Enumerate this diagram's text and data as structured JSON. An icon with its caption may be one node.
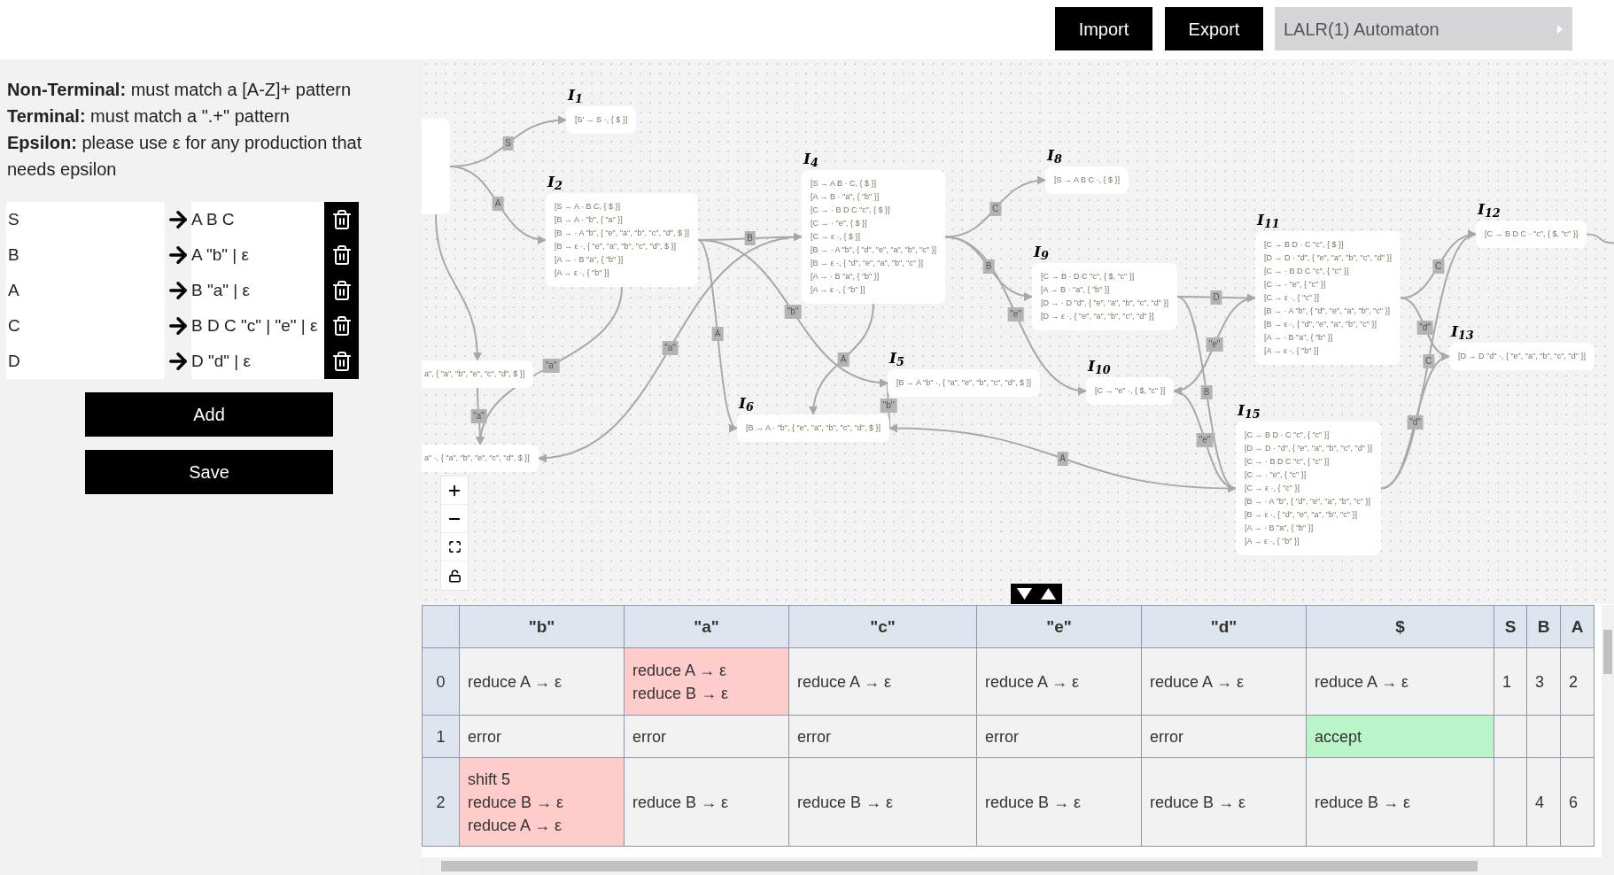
{
  "diagram": {
    "nodes": [
      {
        "text": [],
        "shape": "box"
      },
      {
        "text": [
          "I$_{1}$",
          "[S' → S ·, { $ }]"
        ]
      },
      {
        "text": [
          "I$_{2}$",
          "[S → A · B C, { $ }]",
          "[B → A · \"b\", { \"a\" }]",
          "[B → · A \"b\", { \"e\", \"a\", \"b\", \"c\", \"d\", $ }]",
          "[B → ε ·, { \"e\", \"a\", \"b\", \"c\", \"d\", $ }]",
          "[A → · B \"a\", { \"b\" }]",
          "[A → ε ·, { \"b\" }]"
        ]
      },
      {
        "text": [
          "I$_{4}$",
          "[S → A B · C, { $ }]",
          "[A → B · \"a\", { \"b\" }]",
          "[C → · B D C \"c\", { $ }]",
          "[C → · \"e\", { $ }]",
          "[C → ε ·, { $ }]",
          "[B → · A \"b\", { \"d\", \"e\", \"a\", \"b\", \"c\" }]",
          "[B → ε ·, { \"d\", \"e\", \"a\", \"b\", \"c\" }]",
          "[A → · B \"a\", { \"b\" }]",
          "[A → ε ·, { \"b\" }]"
        ]
      },
      {
        "text": [
          "I$_{8}$",
          "[S → A B C ·, { $ }]"
        ]
      },
      {
        "text": [
          "I$_{9}$",
          "[C → B · D C \"c\", { $, \"c\" }]",
          "[A → B · \"a\", { \"b\" }]",
          "[D → · D \"d\", { \"e\", \"a\", \"b\", \"c\", \"d\" }]",
          "[D → ε ·, { \"e\", \"a\", \"b\", \"c\", \"d\" }]"
        ]
      },
      {
        "text": [
          "I$_{11}$",
          "[C → B D · C \"c\", { $ }]",
          "[D → D · \"d\", { \"e\", \"a\", \"b\", \"c\", \"d\" }]",
          "[C → · B D C \"c\", { \"c\" }]",
          "[C → · \"e\", { \"c\" }]",
          "[C → ε ·, { \"c\" }]",
          "[B → · A \"b\", { \"d\", \"e\", \"a\", \"b\", \"c\" }]",
          "[B → ε ·, { \"d\", \"e\", \"a\", \"b\", \"c\" }]",
          "[A → · B \"a\", { \"b\" }]",
          "[A → ε ·, { \"b\" }]"
        ]
      },
      {
        "text": [
          "I$_{12}$",
          "[C → B D C · \"c\", { $, \"c\" }]"
        ]
      },
      {
        "text": [
          "I$_{13}$",
          "[D → D \"d\" ·, { \"e\", \"a\", \"b\", \"c\", \"d\" }]"
        ]
      },
      {
        "text": [
          "a\", { \"a\", \"b\", \"e\", \"c\", \"d\", $ }]"
        ]
      },
      {
        "text": [
          "I$_{5}$",
          "[B → A \"b\" ·, { \"a\", \"e\", \"b\", \"c\", \"d\", $ }]"
        ]
      },
      {
        "text": [
          "I$_{10}$",
          "[C → \"e\" ·, { $, \"c\" }]"
        ]
      },
      {
        "text": [
          "a\" ·, { \"a\", \"b\", \"e\", \"c\", \"d\", $ }]"
        ]
      },
      {
        "text": [
          "I$_{6}$",
          "[B → A · \"b\", { \"e\", \"a\", \"b\", \"c\", \"d\", $ }]"
        ]
      },
      {
        "text": [
          "I$_{15}$",
          "[C → B D · C \"c\", { \"c\" }]",
          "[D → D · \"d\", { \"e\", \"a\", \"b\", \"c\", \"d\" }]",
          "[C → · B D C \"c\", { \"c\" }]",
          "[C → · \"e\", { \"c\" }]",
          "[C → ε ·, { \"c\" }]",
          "[B → · A \"b\", { \"d\", \"e\", \"a\", \"b\", \"c\" }]",
          "[B → ε ·, { \"d\", \"e\", \"a\", \"b\", \"c\" }]",
          "[A → · B \"a\", { \"b\" }]",
          "[A → ε ·, { \"b\" }]"
        ]
      }
    ],
    "edges": [
      {
        "from": 0,
        "to": 1,
        "arrow": "to",
        "label": "S"
      },
      {
        "from": 0,
        "to": 2,
        "arrow": "to",
        "label": "A"
      },
      {
        "from": 0,
        "to": 9,
        "arrow": "to"
      },
      {
        "from": 2,
        "to": 3,
        "arrow": "to",
        "label": "B"
      },
      {
        "from": 3,
        "to": 4,
        "arrow": "to",
        "label": "C"
      },
      {
        "from": 3,
        "to": 5,
        "arrow": "to",
        "label": "B"
      },
      {
        "from": 2,
        "to": 10,
        "arrow": "to",
        "label": "\"b\""
      },
      {
        "from": 3,
        "to": 13,
        "arrow": "to",
        "label": "A"
      },
      {
        "from": 2,
        "to": 12,
        "arrow": "to",
        "label": "\"a\""
      },
      {
        "from": 3,
        "to": 12,
        "arrow": "to",
        "label": "\"a\""
      },
      {
        "from": 9,
        "to": 12,
        "arrow": "to",
        "label": "\"a\""
      },
      {
        "from": 3,
        "to": 11,
        "arrow": "to",
        "label": "\"e\""
      },
      {
        "from": 5,
        "to": 6,
        "arrow": "to",
        "label": "D"
      },
      {
        "from": 5,
        "to": 14,
        "arrow": "to",
        "label": "B"
      },
      {
        "from": 6,
        "to": 7,
        "arrow": "to",
        "label": "C"
      },
      {
        "from": 6,
        "to": 8,
        "arrow": "to",
        "label": "\"d\""
      },
      {
        "from": 14,
        "to": 7,
        "arrow": "to",
        "label": "C"
      },
      {
        "from": 14,
        "to": 8,
        "arrow": "to",
        "label": "\"d\""
      },
      {
        "from": 6,
        "to": 11,
        "arrow": "to",
        "label": "\"e\""
      },
      {
        "from": 14,
        "to": 11,
        "arrow": "to",
        "label": "\"e\""
      },
      {
        "from": 13,
        "to": 10,
        "arrow": "to",
        "label": "\"b\""
      },
      {
        "from": 14,
        "to": 13,
        "arrow": "to",
        "label": "A"
      },
      {
        "from": 2,
        "to": 13,
        "arrow": "to",
        "label": "A"
      },
      {
        "from": 7,
        "to": null,
        "arrow": "none"
      }
    ],
    "labels": [
      "**Non-Terminal:** must match a [A-Z]+ pattern",
      "**Terminal:** must match a \".+\" pattern",
      "**Epsilon:** please use ε for any production that needs epsilon",
      "S",
      "A B C",
      "B",
      "A \"b\" | ε",
      "A",
      "B \"a\" | ε",
      "C",
      "B D C \"c\" | \"e\" | ε",
      "D",
      "D \"d\" | ε",
      "Add",
      "Save",
      "Import",
      "Export",
      "LALR(1) Automaton",
      "\"b\"",
      "\"a\"",
      "\"c\"",
      "\"e\"",
      "\"d\"",
      "$",
      "S",
      "B",
      "A",
      "0",
      "reduce A → ε",
      "reduce A → ε",
      "reduce B → ε",
      "reduce A → ε",
      "reduce A → ε",
      "reduce A → ε",
      "reduce A → ε",
      "1",
      "3",
      "2",
      "1",
      "error",
      "error",
      "error",
      "error",
      "error",
      "accept",
      "2",
      "shift 5",
      "reduce B → ε",
      "reduce A → ε",
      "reduce B → ε",
      "reduce B → ε",
      "reduce B → ε",
      "reduce B → ε",
      "reduce B → ε",
      "4",
      "6"
    ]
  }
}
